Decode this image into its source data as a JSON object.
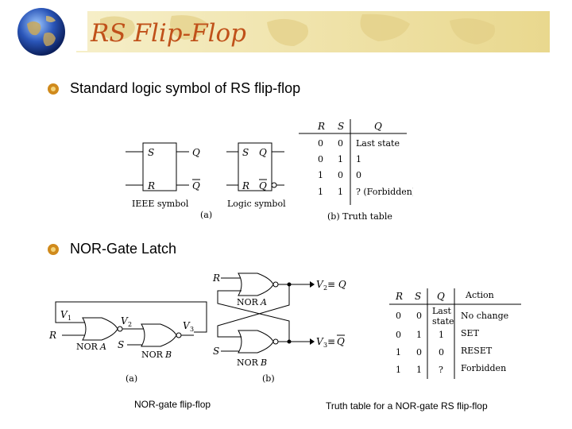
{
  "slide": {
    "title": "RS Flip-Flop",
    "colors": {
      "title": "#c0511a",
      "bullet": "#d08a1c",
      "banner": "#efe2a8"
    }
  },
  "bullets": [
    {
      "text": "Standard logic symbol of RS flip-flop",
      "icon": "bullet-icon"
    },
    {
      "text": "NOR-Gate Latch",
      "icon": "bullet-icon"
    }
  ],
  "figure_top": {
    "ieee": {
      "s": "S",
      "q": "Q",
      "r": "R",
      "qbar": "Q",
      "caption": "IEEE symbol"
    },
    "logic": {
      "s": "S",
      "q": "Q",
      "r": "R",
      "qbar": "Q",
      "caption": "Logic symbol"
    },
    "label_a": "(a)",
    "label_b": "(b) Truth table",
    "truth_table": {
      "headers": [
        "R",
        "S",
        "Q"
      ],
      "rows": [
        [
          "0",
          "0",
          "Last state"
        ],
        [
          "0",
          "1",
          "1"
        ],
        [
          "1",
          "0",
          "0"
        ],
        [
          "1",
          "1",
          "? (Forbidden)"
        ]
      ]
    }
  },
  "figure_bottom": {
    "circuit_a": {
      "v1": "V",
      "v1_sub": "1",
      "v2": "V",
      "v2_sub": "2",
      "v3": "V",
      "v3_sub": "3",
      "r": "R",
      "s": "S",
      "nor_a": "NOR",
      "nor_a_letter": "A",
      "nor_b": "NOR",
      "nor_b_letter": "B",
      "label": "(a)"
    },
    "circuit_b": {
      "r": "R",
      "s": "S",
      "nor_a": "NOR",
      "nor_a_letter": "A",
      "nor_b": "NOR",
      "nor_b_letter": "B",
      "out_top": "V",
      "out_top_sub": "2",
      "out_top_eq": "≡ Q",
      "out_bot": "V",
      "out_bot_sub": "3",
      "out_bot_eq": "≡",
      "out_bot_q": "Q",
      "label": "(b)"
    },
    "truth_table": {
      "headers": [
        "R",
        "S",
        "Q",
        "Action"
      ],
      "rows": [
        [
          "0",
          "0",
          "Last",
          "state",
          "No change"
        ],
        [
          "0",
          "1",
          "1",
          "",
          "SET"
        ],
        [
          "1",
          "0",
          "0",
          "",
          "RESET"
        ],
        [
          "1",
          "1",
          "?",
          "",
          "Forbidden"
        ]
      ]
    }
  },
  "captions": {
    "left": "NOR-gate flip-flop",
    "right": "Truth table for a NOR-gate RS flip-flop"
  }
}
